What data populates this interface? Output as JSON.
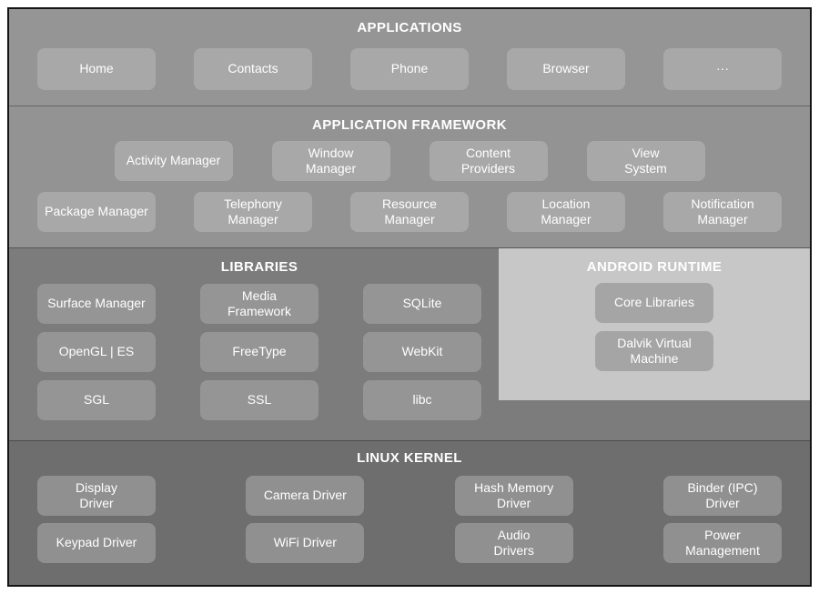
{
  "applications": {
    "title": "APPLICATIONS",
    "items": [
      "Home",
      "Contacts",
      "Phone",
      "Browser",
      "···"
    ]
  },
  "framework": {
    "title": "APPLICATION FRAMEWORK",
    "row1": [
      "Activity Manager",
      "Window\nManager",
      "Content\nProviders",
      "View\nSystem"
    ],
    "row2": [
      "Package Manager",
      "Telephony\nManager",
      "Resource\nManager",
      "Location\nManager",
      "Notification\nManager"
    ]
  },
  "libraries": {
    "title": "LIBRARIES",
    "row1": [
      "Surface Manager",
      "Media\nFramework",
      "SQLite"
    ],
    "row2": [
      "OpenGL | ES",
      "FreeType",
      "WebKit"
    ],
    "row3": [
      "SGL",
      "SSL",
      "libc"
    ]
  },
  "runtime": {
    "title": "ANDROID RUNTIME",
    "items": [
      "Core Libraries",
      "Dalvik Virtual\nMachine"
    ]
  },
  "kernel": {
    "title": "LINUX KERNEL",
    "row1": [
      "Display\nDriver",
      "Camera Driver",
      "Hash Memory\nDriver",
      "Binder (IPC)\nDriver"
    ],
    "row2": [
      "Keypad Driver",
      "WiFi Driver",
      "Audio\nDrivers",
      "Power\nManagement"
    ]
  },
  "colors": {
    "band_applications": "#959595",
    "band_framework": "#939393",
    "band_libraries": "#7c7c7c",
    "band_kernel": "#6e6e6e",
    "runtime_panel": "#c7c7c7",
    "node_light": "#a8a8a8",
    "node_mid": "#959595",
    "node_kernel": "#909090",
    "text": "#ffffff",
    "frame_border": "#151515"
  }
}
